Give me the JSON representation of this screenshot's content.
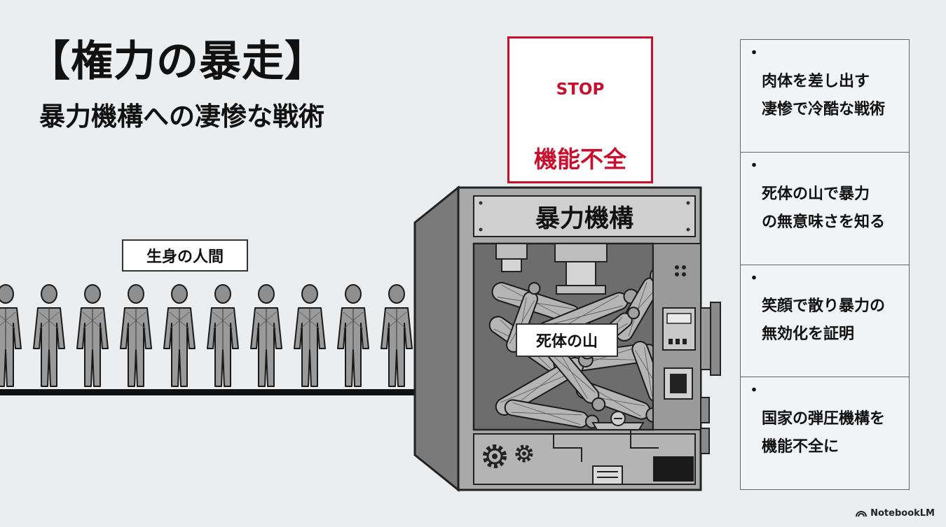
{
  "title": "【権力の暴走】",
  "subtitle": "暴力機構への凄惨な戦術",
  "labels": {
    "humans": "生身の人間",
    "machine": "暴力機構",
    "bodies": "死体の山",
    "stop_sign": "STOP",
    "stop_caption": "機能不全"
  },
  "points": [
    {
      "bullet": "・",
      "lines": [
        "肉体を差し出す",
        "凄惨で冷酷な戦術"
      ]
    },
    {
      "bullet": "・",
      "lines": [
        "死体の山で暴力",
        "の無意味さを知る"
      ]
    },
    {
      "bullet": "・",
      "lines": [
        "笑顔で散り暴力の",
        "無効化を証明"
      ]
    },
    {
      "bullet": "・",
      "lines": [
        "国家の弾圧機構を",
        "機能不全に"
      ]
    }
  ],
  "brand": "NotebookLM",
  "colors": {
    "accent_red": "#c8102e",
    "background": "#ecedef",
    "machine_gray": "#8a8a8a"
  }
}
